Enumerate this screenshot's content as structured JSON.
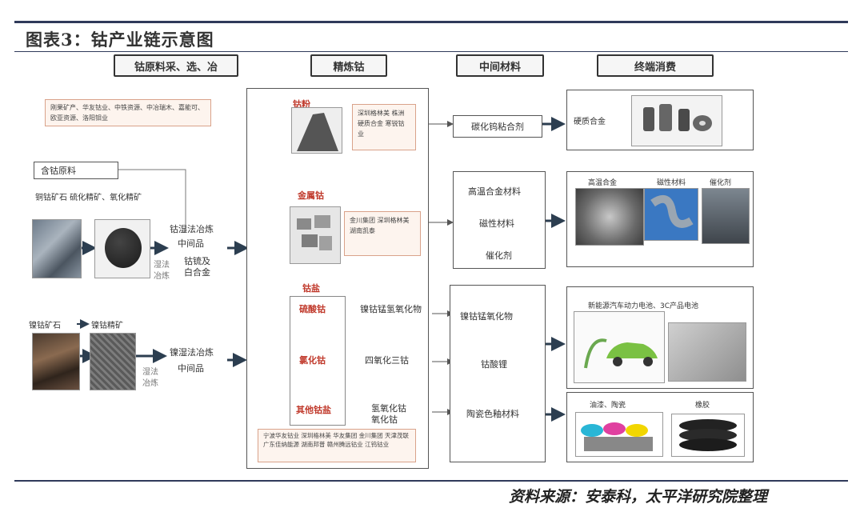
{
  "title": "图表3：钴产业链示意图",
  "source": "资料来源：安泰科，太平洋研究院整理",
  "headers": {
    "h1": "钴原料采、选、冶",
    "h2": "精炼钴",
    "h3": "中间材料",
    "h4": "终端消费"
  },
  "mining": {
    "companies": "刚果矿产、华友钴业、中铁资源、中冶瑞木、嘉能可、欧亚资源、洛阳钼业",
    "raw_label": "含钴原料",
    "ore_list": "铜钴矿石  硫化精矿、氧化精矿",
    "nickel_ore_1": "镍钴矿石",
    "nickel_ore_2": "镍钴精矿",
    "process_1a": "钴湿法冶炼",
    "process_1b": "中间品",
    "process_1c": "钴锍及",
    "process_1d": "白合金",
    "process_2a": "镍湿法冶炼",
    "process_2b": "中间品",
    "wet_1": "湿法",
    "wet_2": "冶炼",
    "wet_3": "湿法",
    "wet_4": "冶炼"
  },
  "refined": {
    "powder": "钴粉",
    "powder_cos": "深圳格林美 株洲硬质合金 寒锐钴业",
    "metal": "金属钴",
    "metal_cos": "金川集团 深圳格林美 湖南凯泰",
    "salts": "钴盐",
    "sulfate": "硫酸钴",
    "chloride": "氯化钴",
    "other": "其他钴盐",
    "sulfate_out": "镍钴锰氢氧化物",
    "chloride_out": "四氧化三钴",
    "other_out_1": "氢氧化钴",
    "other_out_2": "氧化钴",
    "salts_cos": "宁波华友钴业 深圳格林美 华友集团 金川集团 天津茂联 广东佳纳能源 湖南邦普 赣州腾远钴业 江钨钴业"
  },
  "intermediate": {
    "carbide": "碳化钨粘合剂",
    "alloy": "高温合金材料",
    "magnetic": "磁性材料",
    "catalyst": "催化剂",
    "nmc": "镍钴锰氧化物",
    "lco": "钴酸锂",
    "ceramic": "陶瓷色釉材料"
  },
  "terminal": {
    "hard_alloy": "硬质合金",
    "t_alloy": "高温合金",
    "t_magnetic": "磁性材料",
    "t_catalyst": "催化剂",
    "battery": "新能源汽车动力电池、3C产品电池",
    "paint": "油漆、陶瓷",
    "rubber": "橡胶"
  }
}
